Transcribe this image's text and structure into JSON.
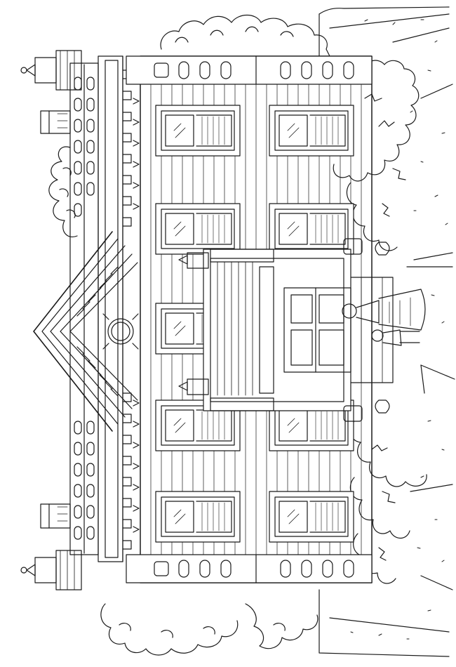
{
  "colors": {
    "ink": "#1a1a1a",
    "paper": "#ffffff"
  },
  "scene": {
    "kind": "line-art coloring page",
    "subject": "victorian-house-facade",
    "orientation": "rotated-90-counterclockwise",
    "figures": [
      "woman-in-long-dress",
      "child"
    ],
    "foliage": [
      "trees",
      "shrubs",
      "flower-bushes",
      "lawn"
    ],
    "rows_of_windows": 2,
    "windows_per_row": 5,
    "chimneys": 2,
    "spires": 2
  }
}
